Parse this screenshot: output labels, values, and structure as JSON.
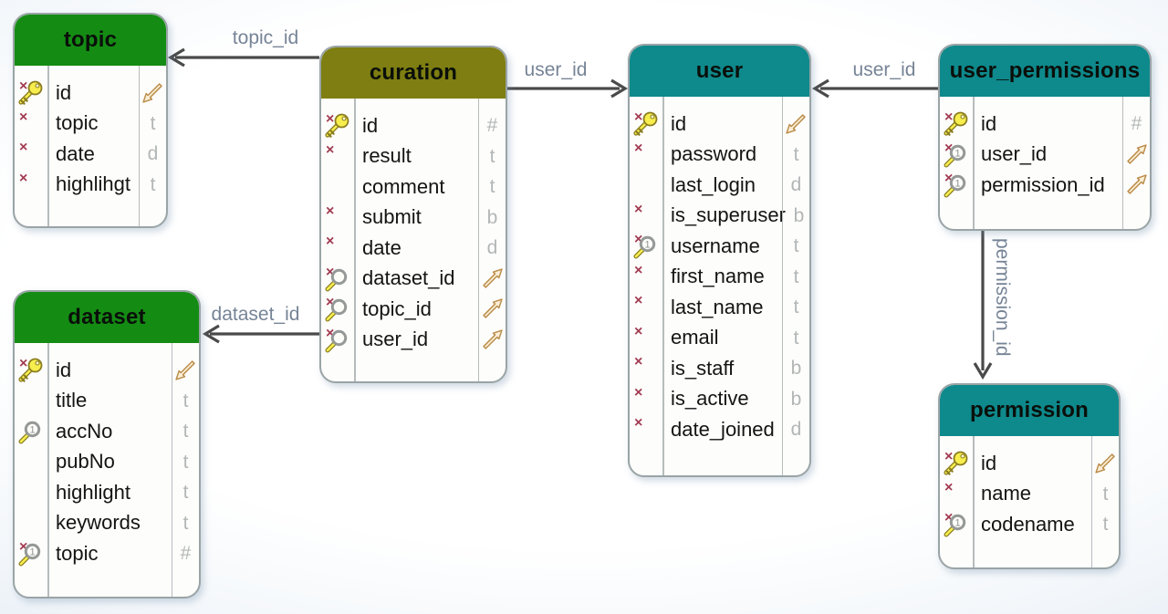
{
  "diagram": {
    "colors": {
      "green_header": "#148c14",
      "olive_header": "#7e7e12",
      "teal_header": "#0e898c",
      "relation_line": "#4a4a4a",
      "relation_label": "#768496",
      "not_null_mark": "#a23b52",
      "type_letter": "#b2b6b6",
      "key_yellow": "#f7ee4e"
    },
    "markers": {
      "not_null": "×"
    },
    "tables": [
      {
        "name": "topic",
        "header_color": "#148c14",
        "fields": [
          {
            "name": "id",
            "not_null": true,
            "key": "primary",
            "type": "in-arrow"
          },
          {
            "name": "topic",
            "not_null": true,
            "key": null,
            "type": "t"
          },
          {
            "name": "date",
            "not_null": true,
            "key": null,
            "type": "d"
          },
          {
            "name": "highlihgt",
            "not_null": true,
            "key": null,
            "type": "t"
          }
        ]
      },
      {
        "name": "curation",
        "header_color": "#7e7e12",
        "fields": [
          {
            "name": "id",
            "not_null": true,
            "key": "primary",
            "type": "#"
          },
          {
            "name": "result",
            "not_null": true,
            "key": null,
            "type": "t"
          },
          {
            "name": "comment",
            "not_null": false,
            "key": null,
            "type": "t"
          },
          {
            "name": "submit",
            "not_null": true,
            "key": null,
            "type": "b"
          },
          {
            "name": "date",
            "not_null": true,
            "key": null,
            "type": "d"
          },
          {
            "name": "dataset_id",
            "not_null": true,
            "key": "foreign",
            "type": "out-arrow"
          },
          {
            "name": "topic_id",
            "not_null": true,
            "key": "foreign",
            "type": "out-arrow"
          },
          {
            "name": "user_id",
            "not_null": true,
            "key": "foreign",
            "type": "out-arrow"
          }
        ]
      },
      {
        "name": "user",
        "header_color": "#0e898c",
        "fields": [
          {
            "name": "id",
            "not_null": true,
            "key": "primary",
            "type": "in-arrow"
          },
          {
            "name": "password",
            "not_null": true,
            "key": null,
            "type": "t"
          },
          {
            "name": "last_login",
            "not_null": false,
            "key": null,
            "type": "d"
          },
          {
            "name": "is_superuser",
            "not_null": true,
            "key": null,
            "type": "b"
          },
          {
            "name": "username",
            "not_null": true,
            "key": "foreign-unique",
            "type": "t"
          },
          {
            "name": "first_name",
            "not_null": true,
            "key": null,
            "type": "t"
          },
          {
            "name": "last_name",
            "not_null": true,
            "key": null,
            "type": "t"
          },
          {
            "name": "email",
            "not_null": true,
            "key": null,
            "type": "t"
          },
          {
            "name": "is_staff",
            "not_null": true,
            "key": null,
            "type": "b"
          },
          {
            "name": "is_active",
            "not_null": true,
            "key": null,
            "type": "b"
          },
          {
            "name": "date_joined",
            "not_null": true,
            "key": null,
            "type": "d"
          }
        ]
      },
      {
        "name": "user_permissions",
        "header_color": "#0e898c",
        "fields": [
          {
            "name": "id",
            "not_null": true,
            "key": "primary",
            "type": "#"
          },
          {
            "name": "user_id",
            "not_null": true,
            "key": "foreign-unique",
            "type": "out-arrow"
          },
          {
            "name": "permission_id",
            "not_null": true,
            "key": "foreign-unique",
            "type": "out-arrow"
          }
        ]
      },
      {
        "name": "dataset",
        "header_color": "#148c14",
        "fields": [
          {
            "name": "id",
            "not_null": true,
            "key": "primary",
            "type": "in-arrow"
          },
          {
            "name": "title",
            "not_null": false,
            "key": null,
            "type": "t"
          },
          {
            "name": "accNo",
            "not_null": false,
            "key": "foreign-unique",
            "type": "t"
          },
          {
            "name": "pubNo",
            "not_null": false,
            "key": null,
            "type": "t"
          },
          {
            "name": "highlight",
            "not_null": false,
            "key": null,
            "type": "t"
          },
          {
            "name": "keywords",
            "not_null": false,
            "key": null,
            "type": "t"
          },
          {
            "name": "topic",
            "not_null": true,
            "key": "foreign-unique",
            "type": "#"
          }
        ]
      },
      {
        "name": "permission",
        "header_color": "#0e898c",
        "fields": [
          {
            "name": "id",
            "not_null": true,
            "key": "primary",
            "type": "in-arrow"
          },
          {
            "name": "name",
            "not_null": true,
            "key": null,
            "type": "t"
          },
          {
            "name": "codename",
            "not_null": true,
            "key": "foreign-unique",
            "type": "t"
          }
        ]
      }
    ],
    "relations": [
      {
        "label": "topic_id",
        "from": "curation",
        "to": "topic"
      },
      {
        "label": "user_id",
        "from": "curation",
        "to": "user"
      },
      {
        "label": "user_id",
        "from": "user_permissions",
        "to": "user"
      },
      {
        "label": "dataset_id",
        "from": "curation",
        "to": "dataset"
      },
      {
        "label": "permission_id",
        "from": "user_permissions",
        "to": "permission"
      }
    ]
  }
}
